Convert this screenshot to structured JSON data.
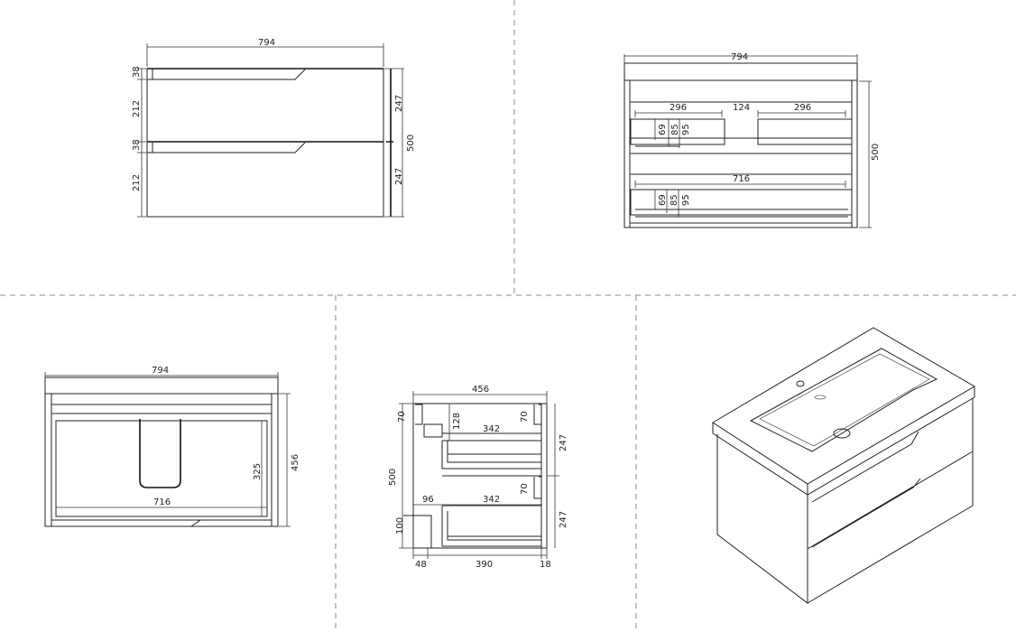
{
  "front_view": {
    "width": "794",
    "drawer_front_top": "38",
    "drawer_body_top": "212",
    "drawer_front_bottom": "38",
    "drawer_body_bottom": "212",
    "drawer_height_top": "247",
    "drawer_height_bottom": "247",
    "height": "500"
  },
  "back_view": {
    "width": "794",
    "height": "500",
    "top_left": "296",
    "top_center": "124",
    "top_right": "296",
    "top_h1": "69",
    "top_h2": "85",
    "top_h3": "95",
    "bottom_width": "716",
    "bottom_h1": "69",
    "bottom_h2": "85",
    "bottom_h3": "95"
  },
  "top_view": {
    "width": "794",
    "depth": "456",
    "basin_depth": "325",
    "inner_width": "716"
  },
  "side_view": {
    "depth": "456",
    "height": "500",
    "top_rail": "70",
    "clearance": "128",
    "drawer_depth_top": "342",
    "right_rail_top": "70",
    "drawer_h_top": "247",
    "right_rail_mid": "70",
    "offset_bottom": "96",
    "drawer_depth_bottom": "342",
    "drawer_h_bottom": "247",
    "foot": "100",
    "left_gap": "48",
    "inner_depth": "390",
    "panel": "18"
  }
}
